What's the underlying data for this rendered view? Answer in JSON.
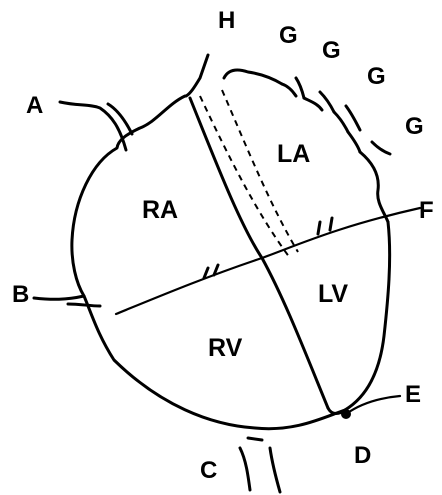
{
  "labels": {
    "A": "A",
    "B": "B",
    "C": "C",
    "D": "D",
    "E": "E",
    "F": "F",
    "G": [
      "G",
      "G",
      "G",
      "G"
    ],
    "H": "H",
    "RA": "RA",
    "LA": "LA",
    "RV": "RV",
    "LV": "LV"
  }
}
